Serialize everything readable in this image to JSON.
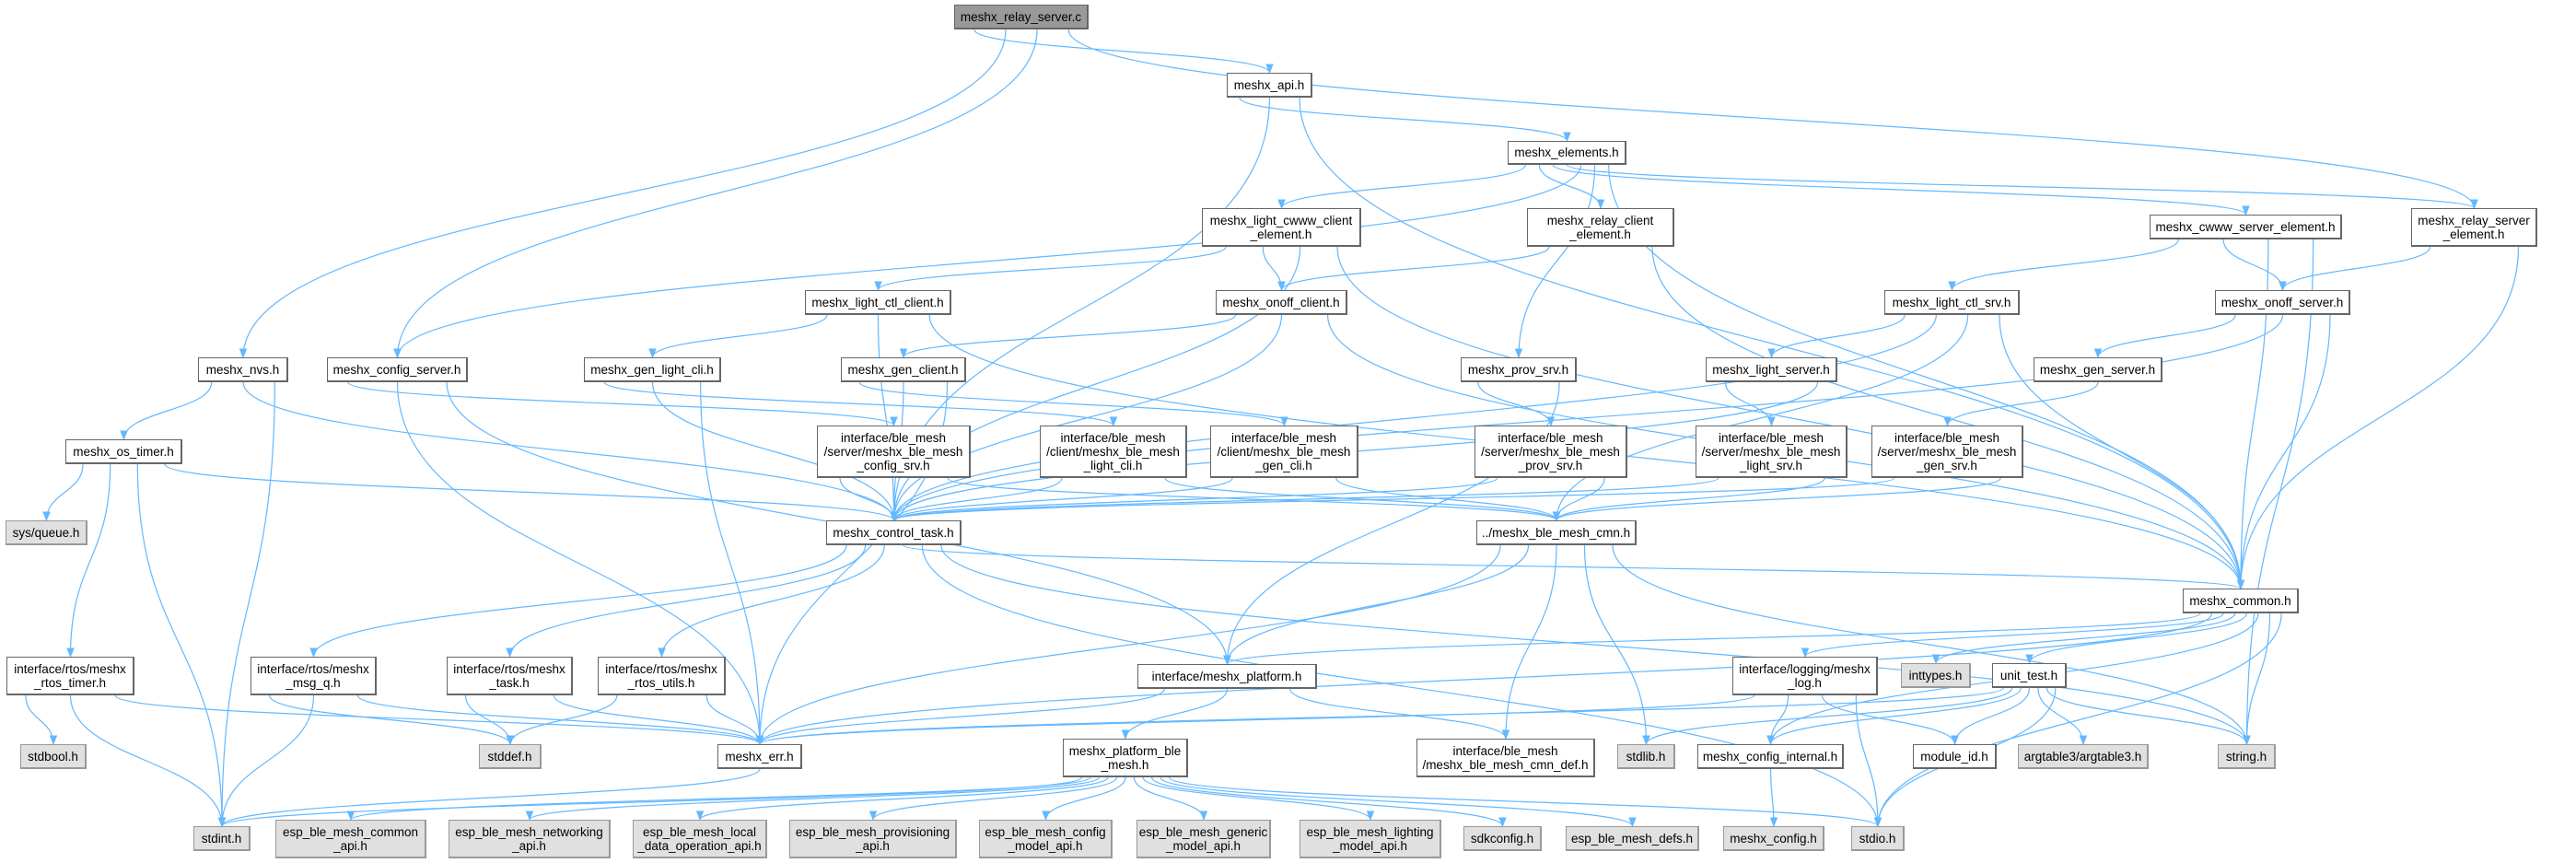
{
  "graph": {
    "title": "meshx_relay_server.c",
    "colors": {
      "edge": "#63b8ff",
      "source_fill": "#999999",
      "system_fill": "#e0e0e0",
      "internal_fill": "#ffffff",
      "border": "#666666"
    },
    "nodes": [
      {
        "id": "root",
        "label": "meshx_relay_server.c",
        "kind": "source"
      },
      {
        "id": "api",
        "label": "meshx_api.h",
        "kind": "internal"
      },
      {
        "id": "elements",
        "label": "meshx_elements.h",
        "kind": "internal"
      },
      {
        "id": "cwww_client_el",
        "label": "meshx_light_cwww_client\n_element.h",
        "kind": "internal"
      },
      {
        "id": "relay_client_el",
        "label": "meshx_relay_client\n_element.h",
        "kind": "internal"
      },
      {
        "id": "cwww_server_el",
        "label": "meshx_cwww_server_element.h",
        "kind": "internal"
      },
      {
        "id": "relay_server_el",
        "label": "meshx_relay_server\n_element.h",
        "kind": "internal"
      },
      {
        "id": "light_ctl_client",
        "label": "meshx_light_ctl_client.h",
        "kind": "internal"
      },
      {
        "id": "onoff_client",
        "label": "meshx_onoff_client.h",
        "kind": "internal"
      },
      {
        "id": "light_ctl_srv",
        "label": "meshx_light_ctl_srv.h",
        "kind": "internal"
      },
      {
        "id": "onoff_server",
        "label": "meshx_onoff_server.h",
        "kind": "internal"
      },
      {
        "id": "nvs",
        "label": "meshx_nvs.h",
        "kind": "internal"
      },
      {
        "id": "config_server",
        "label": "meshx_config_server.h",
        "kind": "internal"
      },
      {
        "id": "gen_light_cli",
        "label": "meshx_gen_light_cli.h",
        "kind": "internal"
      },
      {
        "id": "gen_client",
        "label": "meshx_gen_client.h",
        "kind": "internal"
      },
      {
        "id": "prov_srv",
        "label": "meshx_prov_srv.h",
        "kind": "internal"
      },
      {
        "id": "light_server",
        "label": "meshx_light_server.h",
        "kind": "internal"
      },
      {
        "id": "gen_server",
        "label": "meshx_gen_server.h",
        "kind": "internal"
      },
      {
        "id": "os_timer",
        "label": "meshx_os_timer.h",
        "kind": "internal"
      },
      {
        "id": "if_config_srv",
        "label": "interface/ble_mesh\n/server/meshx_ble_mesh\n_config_srv.h",
        "kind": "internal"
      },
      {
        "id": "if_light_cli",
        "label": "interface/ble_mesh\n/client/meshx_ble_mesh\n_light_cli.h",
        "kind": "internal"
      },
      {
        "id": "if_gen_cli",
        "label": "interface/ble_mesh\n/client/meshx_ble_mesh\n_gen_cli.h",
        "kind": "internal"
      },
      {
        "id": "if_prov_srv",
        "label": "interface/ble_mesh\n/server/meshx_ble_mesh\n_prov_srv.h",
        "kind": "internal"
      },
      {
        "id": "if_light_srv",
        "label": "interface/ble_mesh\n/server/meshx_ble_mesh\n_light_srv.h",
        "kind": "internal"
      },
      {
        "id": "if_gen_srv",
        "label": "interface/ble_mesh\n/server/meshx_ble_mesh\n_gen_srv.h",
        "kind": "internal"
      },
      {
        "id": "sys_queue",
        "label": "sys/queue.h",
        "kind": "system"
      },
      {
        "id": "control_task",
        "label": "meshx_control_task.h",
        "kind": "internal"
      },
      {
        "id": "ble_mesh_cmn",
        "label": "../meshx_ble_mesh_cmn.h",
        "kind": "internal"
      },
      {
        "id": "common",
        "label": "meshx_common.h",
        "kind": "internal"
      },
      {
        "id": "rtos_timer",
        "label": "interface/rtos/meshx\n_rtos_timer.h",
        "kind": "internal"
      },
      {
        "id": "msg_q",
        "label": "interface/rtos/meshx\n_msg_q.h",
        "kind": "internal"
      },
      {
        "id": "task",
        "label": "interface/rtos/meshx\n_task.h",
        "kind": "internal"
      },
      {
        "id": "rtos_utils",
        "label": "interface/rtos/meshx\n_rtos_utils.h",
        "kind": "internal"
      },
      {
        "id": "platform",
        "label": "interface/meshx_platform.h",
        "kind": "internal"
      },
      {
        "id": "log",
        "label": "interface/logging/meshx\n_log.h",
        "kind": "internal"
      },
      {
        "id": "inttypes",
        "label": "inttypes.h",
        "kind": "system"
      },
      {
        "id": "unit_test",
        "label": "unit_test.h",
        "kind": "internal"
      },
      {
        "id": "stdbool",
        "label": "stdbool.h",
        "kind": "system"
      },
      {
        "id": "stddef",
        "label": "stddef.h",
        "kind": "system"
      },
      {
        "id": "err",
        "label": "meshx_err.h",
        "kind": "internal"
      },
      {
        "id": "platform_ble",
        "label": "meshx_platform_ble\n_mesh.h",
        "kind": "internal"
      },
      {
        "id": "cmn_def",
        "label": "interface/ble_mesh\n/meshx_ble_mesh_cmn_def.h",
        "kind": "internal"
      },
      {
        "id": "stdlib",
        "label": "stdlib.h",
        "kind": "system"
      },
      {
        "id": "config_internal",
        "label": "meshx_config_internal.h",
        "kind": "internal"
      },
      {
        "id": "module_id",
        "label": "module_id.h",
        "kind": "internal"
      },
      {
        "id": "argtable",
        "label": "argtable3/argtable3.h",
        "kind": "system"
      },
      {
        "id": "string",
        "label": "string.h",
        "kind": "system"
      },
      {
        "id": "stdint",
        "label": "stdint.h",
        "kind": "system"
      },
      {
        "id": "common_api",
        "label": "esp_ble_mesh_common\n_api.h",
        "kind": "system"
      },
      {
        "id": "networking",
        "label": "esp_ble_mesh_networking\n_api.h",
        "kind": "system"
      },
      {
        "id": "local_data",
        "label": "esp_ble_mesh_local\n_data_operation_api.h",
        "kind": "system"
      },
      {
        "id": "provisioning",
        "label": "esp_ble_mesh_provisioning\n_api.h",
        "kind": "system"
      },
      {
        "id": "config_model",
        "label": "esp_ble_mesh_config\n_model_api.h",
        "kind": "system"
      },
      {
        "id": "generic_model",
        "label": "esp_ble_mesh_generic\n_model_api.h",
        "kind": "system"
      },
      {
        "id": "lighting_model",
        "label": "esp_ble_mesh_lighting\n_model_api.h",
        "kind": "system"
      },
      {
        "id": "sdkconfig",
        "label": "sdkconfig.h",
        "kind": "system"
      },
      {
        "id": "defs",
        "label": "esp_ble_mesh_defs.h",
        "kind": "system"
      },
      {
        "id": "meshx_config",
        "label": "meshx_config.h",
        "kind": "system"
      },
      {
        "id": "stdio",
        "label": "stdio.h",
        "kind": "system"
      }
    ],
    "edges": [
      [
        "root",
        "api"
      ],
      [
        "root",
        "nvs"
      ],
      [
        "root",
        "config_server"
      ],
      [
        "root",
        "relay_server_el"
      ],
      [
        "api",
        "elements"
      ],
      [
        "api",
        "control_task"
      ],
      [
        "api",
        "common"
      ],
      [
        "elements",
        "cwww_client_el"
      ],
      [
        "elements",
        "relay_client_el"
      ],
      [
        "elements",
        "cwww_server_el"
      ],
      [
        "elements",
        "relay_server_el"
      ],
      [
        "elements",
        "config_server"
      ],
      [
        "elements",
        "prov_srv"
      ],
      [
        "elements",
        "common"
      ],
      [
        "cwww_client_el",
        "light_ctl_client"
      ],
      [
        "cwww_client_el",
        "onoff_client"
      ],
      [
        "cwww_client_el",
        "control_task"
      ],
      [
        "cwww_client_el",
        "common"
      ],
      [
        "relay_client_el",
        "onoff_client"
      ],
      [
        "relay_client_el",
        "common"
      ],
      [
        "cwww_server_el",
        "light_ctl_srv"
      ],
      [
        "cwww_server_el",
        "onoff_server"
      ],
      [
        "cwww_server_el",
        "common"
      ],
      [
        "cwww_server_el",
        "string"
      ],
      [
        "relay_server_el",
        "onoff_server"
      ],
      [
        "relay_server_el",
        "common"
      ],
      [
        "light_ctl_client",
        "gen_light_cli"
      ],
      [
        "light_ctl_client",
        "control_task"
      ],
      [
        "light_ctl_client",
        "common"
      ],
      [
        "onoff_client",
        "gen_client"
      ],
      [
        "onoff_client",
        "control_task"
      ],
      [
        "onoff_client",
        "common"
      ],
      [
        "light_ctl_srv",
        "light_server"
      ],
      [
        "light_ctl_srv",
        "control_task"
      ],
      [
        "light_ctl_srv",
        "ble_mesh_cmn"
      ],
      [
        "light_ctl_srv",
        "common"
      ],
      [
        "onoff_server",
        "gen_server"
      ],
      [
        "onoff_server",
        "control_task"
      ],
      [
        "onoff_server",
        "common"
      ],
      [
        "nvs",
        "os_timer"
      ],
      [
        "nvs",
        "control_task"
      ],
      [
        "nvs",
        "stdint"
      ],
      [
        "config_server",
        "if_config_srv"
      ],
      [
        "config_server",
        "err"
      ],
      [
        "config_server",
        "platform"
      ],
      [
        "gen_light_cli",
        "if_light_cli"
      ],
      [
        "gen_light_cli",
        "control_task"
      ],
      [
        "gen_light_cli",
        "err"
      ],
      [
        "gen_client",
        "if_gen_cli"
      ],
      [
        "gen_client",
        "control_task"
      ],
      [
        "gen_client",
        "err"
      ],
      [
        "prov_srv",
        "if_prov_srv"
      ],
      [
        "prov_srv",
        "platform"
      ],
      [
        "light_server",
        "if_light_srv"
      ],
      [
        "light_server",
        "control_task"
      ],
      [
        "gen_server",
        "if_gen_srv"
      ],
      [
        "os_timer",
        "sys_queue"
      ],
      [
        "os_timer",
        "rtos_timer"
      ],
      [
        "os_timer",
        "stdint"
      ],
      [
        "os_timer",
        "control_task"
      ],
      [
        "if_config_srv",
        "control_task"
      ],
      [
        "if_config_srv",
        "ble_mesh_cmn"
      ],
      [
        "if_light_cli",
        "control_task"
      ],
      [
        "if_light_cli",
        "ble_mesh_cmn"
      ],
      [
        "if_gen_cli",
        "control_task"
      ],
      [
        "if_gen_cli",
        "ble_mesh_cmn"
      ],
      [
        "if_prov_srv",
        "control_task"
      ],
      [
        "if_prov_srv",
        "ble_mesh_cmn"
      ],
      [
        "if_light_srv",
        "control_task"
      ],
      [
        "if_light_srv",
        "ble_mesh_cmn"
      ],
      [
        "if_gen_srv",
        "control_task"
      ],
      [
        "if_gen_srv",
        "ble_mesh_cmn"
      ],
      [
        "control_task",
        "msg_q"
      ],
      [
        "control_task",
        "task"
      ],
      [
        "control_task",
        "rtos_utils"
      ],
      [
        "control_task",
        "common"
      ],
      [
        "control_task",
        "stdio"
      ],
      [
        "control_task",
        "string"
      ],
      [
        "ble_mesh_cmn",
        "err"
      ],
      [
        "ble_mesh_cmn",
        "platform"
      ],
      [
        "ble_mesh_cmn",
        "cmn_def"
      ],
      [
        "ble_mesh_cmn",
        "stdlib"
      ],
      [
        "ble_mesh_cmn",
        "string"
      ],
      [
        "common",
        "platform"
      ],
      [
        "common",
        "err"
      ],
      [
        "common",
        "log"
      ],
      [
        "common",
        "inttypes"
      ],
      [
        "common",
        "unit_test"
      ],
      [
        "common",
        "config_internal"
      ],
      [
        "common",
        "string"
      ],
      [
        "common",
        "stdio"
      ],
      [
        "rtos_timer",
        "stdbool"
      ],
      [
        "rtos_timer",
        "stdint"
      ],
      [
        "rtos_timer",
        "err"
      ],
      [
        "msg_q",
        "stddef"
      ],
      [
        "msg_q",
        "stdint"
      ],
      [
        "msg_q",
        "err"
      ],
      [
        "task",
        "stddef"
      ],
      [
        "task",
        "err"
      ],
      [
        "rtos_utils",
        "stddef"
      ],
      [
        "rtos_utils",
        "err"
      ],
      [
        "platform",
        "err"
      ],
      [
        "platform",
        "platform_ble"
      ],
      [
        "platform",
        "cmn_def"
      ],
      [
        "log",
        "err"
      ],
      [
        "log",
        "config_internal"
      ],
      [
        "log",
        "module_id"
      ],
      [
        "log",
        "stdio"
      ],
      [
        "unit_test",
        "err"
      ],
      [
        "unit_test",
        "stdlib"
      ],
      [
        "unit_test",
        "config_internal"
      ],
      [
        "unit_test",
        "module_id"
      ],
      [
        "unit_test",
        "argtable"
      ],
      [
        "unit_test",
        "string"
      ],
      [
        "unit_test",
        "stdio"
      ],
      [
        "config_internal",
        "meshx_config"
      ],
      [
        "err",
        "stdint"
      ],
      [
        "platform_ble",
        "stdint"
      ],
      [
        "platform_ble",
        "common_api"
      ],
      [
        "platform_ble",
        "networking"
      ],
      [
        "platform_ble",
        "local_data"
      ],
      [
        "platform_ble",
        "provisioning"
      ],
      [
        "platform_ble",
        "config_model"
      ],
      [
        "platform_ble",
        "generic_model"
      ],
      [
        "platform_ble",
        "lighting_model"
      ],
      [
        "platform_ble",
        "sdkconfig"
      ],
      [
        "platform_ble",
        "defs"
      ],
      [
        "platform_ble",
        "stdio"
      ]
    ]
  }
}
